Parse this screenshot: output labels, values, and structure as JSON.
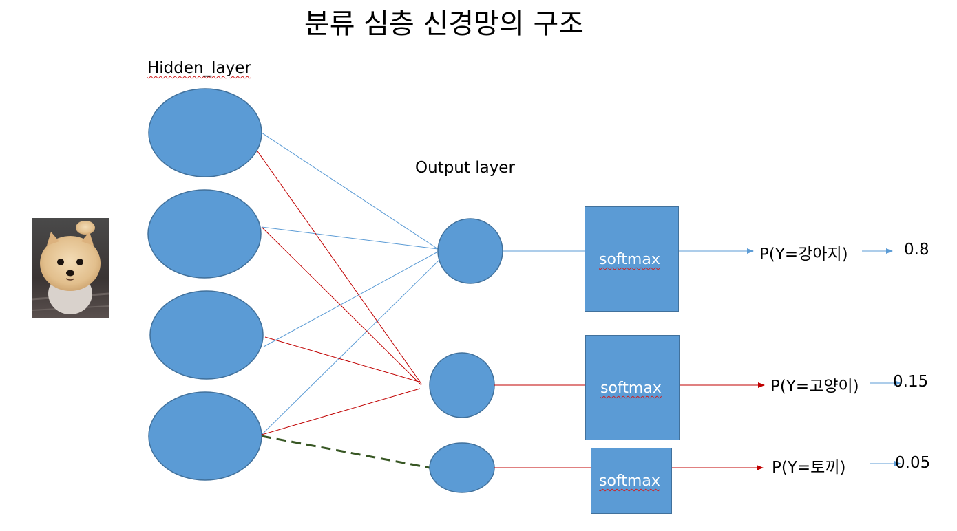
{
  "title": "분류 심층 신경망의 구조",
  "hidden_layer_label": "Hidden_layer",
  "output_layer_label": "Output layer",
  "softmax_label": "softmax",
  "outputs": [
    {
      "label": "P(Y=강아지)",
      "value": "0.8"
    },
    {
      "label": "P(Y=고양이)",
      "value": "0.15"
    },
    {
      "label": "P(Y=토끼)",
      "value": "0.05"
    }
  ],
  "colors": {
    "node_fill": "#5b9bd5",
    "blue_line": "#5b9bd5",
    "red_line": "#c00000",
    "dashed_line": "#375623"
  },
  "input_image": "dog-photo"
}
